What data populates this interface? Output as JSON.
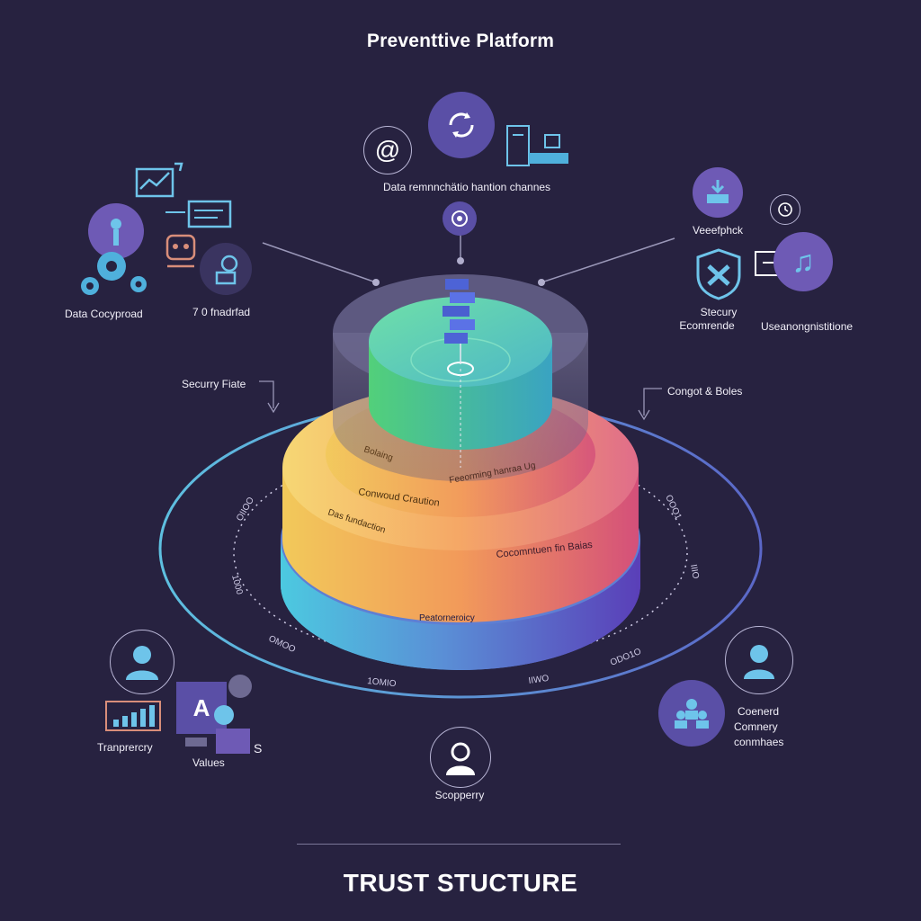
{
  "header": {
    "title": "Preventtive Platform"
  },
  "top_center": {
    "caption": "Data remnnchätio hantion channes"
  },
  "left_cluster": {
    "label_1": "Data Cocyproad",
    "label_2": "7 0 fnadrfad"
  },
  "right_cluster": {
    "label_1": "Veeefphck",
    "label_2_line1": "Stecury",
    "label_2_line2": "Ecomrende",
    "label_3": "Useanongnistitione"
  },
  "side_labels": {
    "left": "Securry Fiate",
    "right": "Congot & Boles"
  },
  "stack": {
    "layer_labels": [
      "Bolaing",
      "Feeorming hanraa Ug",
      "Conwoud Craution",
      "Das fundaction",
      "Cocomntuen fin Baias",
      "Peatorneroicy"
    ],
    "ring_labels": [
      "OIIOO",
      "1000",
      "OMOO",
      "1OMIO",
      "IIWO",
      "ODO1O",
      "IIIO",
      "OOO1"
    ]
  },
  "bottom_left": {
    "label_1": "Tranprercry",
    "label_2": "Values",
    "glyph_a": "A",
    "glyph_s": "S"
  },
  "bottom_center": {
    "label": "Scopperry"
  },
  "bottom_right": {
    "line1": "Coenerd",
    "line2": "Comnery",
    "line3": "conmhaes"
  },
  "footer": {
    "title": "TRUST STUCTURE"
  },
  "colors": {
    "background": "#272240",
    "accent_purple": "#5a4fa6",
    "accent_cyan": "#4fc3e6",
    "ring_outer": "#5aa9d9"
  }
}
